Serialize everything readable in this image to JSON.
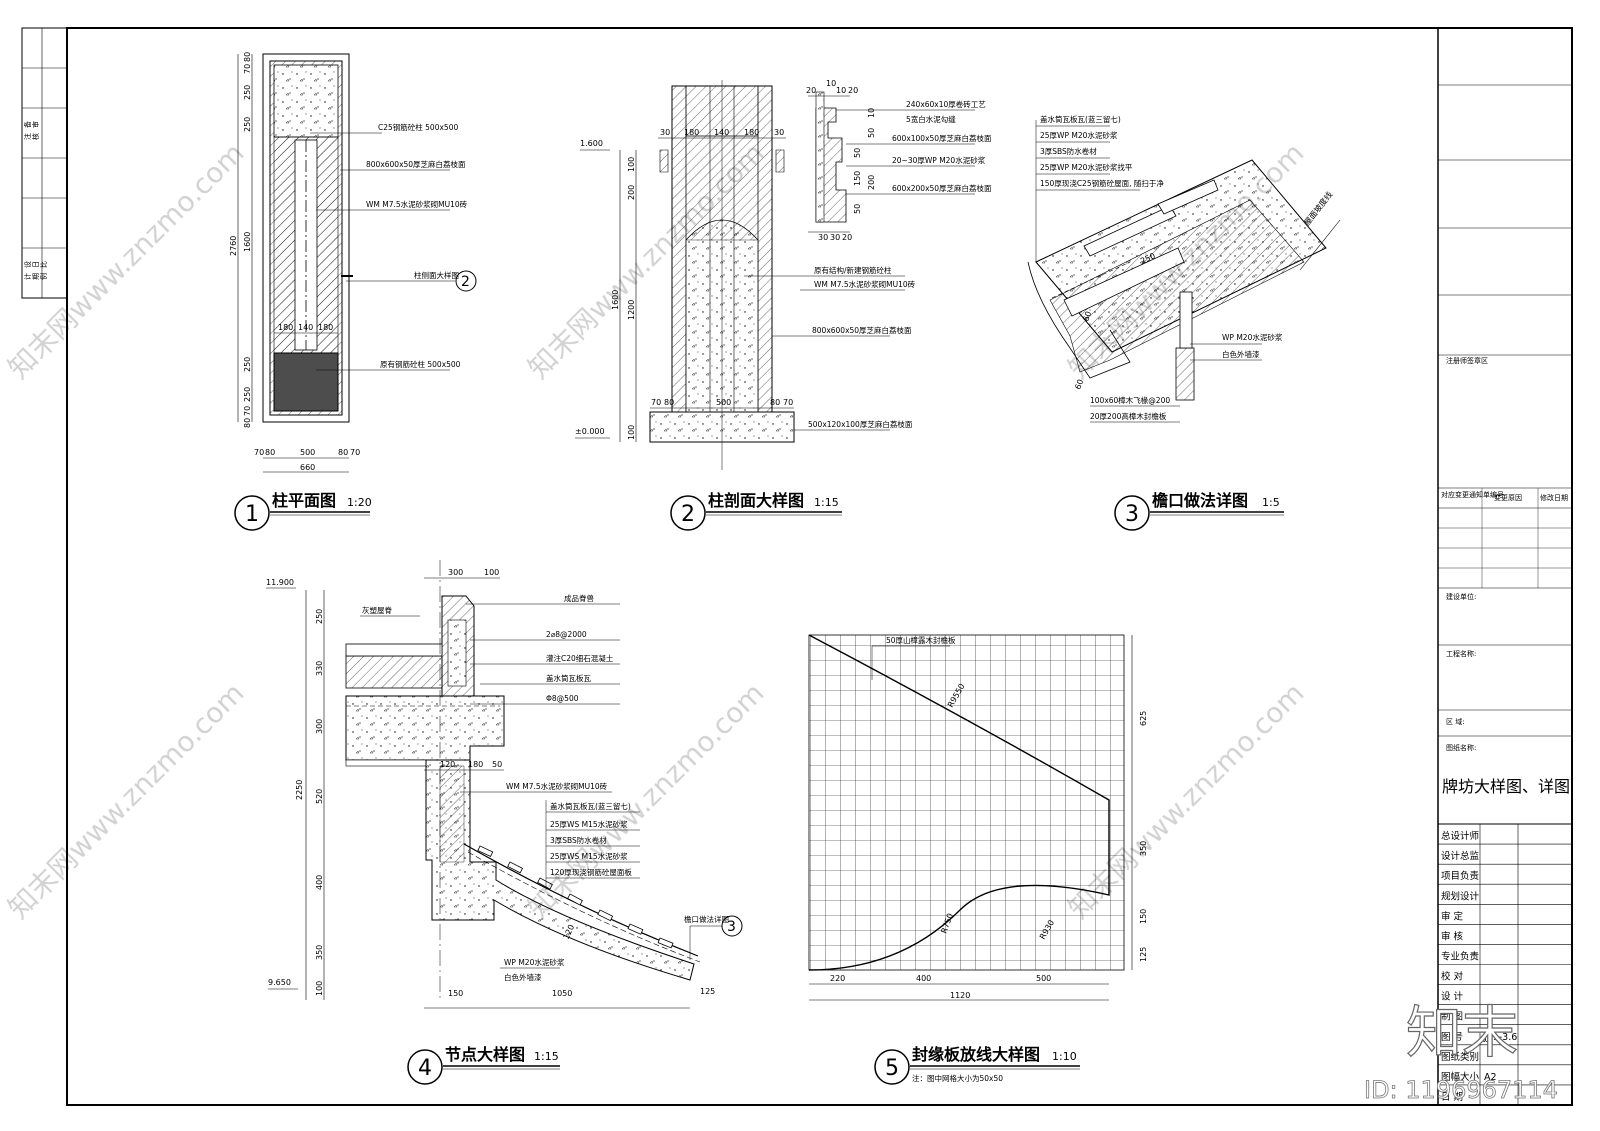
{
  "details": [
    {
      "num": "1",
      "title": "柱平面图",
      "scale": "1:20"
    },
    {
      "num": "2",
      "title": "柱剖面大样图",
      "scale": "1:15"
    },
    {
      "num": "3",
      "title": "檐口做法详图",
      "scale": "1:5"
    },
    {
      "num": "4",
      "title": "节点大样图",
      "scale": "1:15"
    },
    {
      "num": "5",
      "title": "封缘板放线大样图",
      "scale": "1:10"
    }
  ],
  "d1": {
    "notes": [
      "C25钢筋砼柱 500x500",
      "800x600x50厚芝麻白荔枝面",
      "WM M7.5水泥砂浆砌MU10砖",
      "柱侧面大样图",
      "原有钢筋砼柱 500x500"
    ],
    "dims_left": [
      "80",
      "70",
      "250",
      "250",
      "2760",
      "1600",
      "250",
      "250",
      "70",
      "80"
    ],
    "dims_inner": [
      "180",
      "140",
      "180"
    ],
    "dims_bottom": [
      "70",
      "80",
      "500",
      "80",
      "70"
    ],
    "dim_total": "660",
    "ref": "2"
  },
  "d2": {
    "levels": [
      "1.600",
      "±0.000"
    ],
    "dims_top": [
      "30",
      "180",
      "140",
      "180",
      "30"
    ],
    "dims_left": [
      "100",
      "200",
      "1600",
      "1200",
      "100"
    ],
    "dims_bottom": [
      "70",
      "80",
      "500",
      "80",
      "70"
    ],
    "dims_profile": [
      "20",
      "10",
      "10",
      "20",
      "10",
      "50",
      "50",
      "150",
      "200",
      "50",
      "30",
      "30",
      "20"
    ],
    "notes": [
      "240x60x10厚卷砖工艺",
      "5宽白水泥勾缝",
      "600x100x50厚芝麻白荔枝面",
      "20~30厚WP M20水泥砂浆",
      "600x200x50厚芝麻白荔枝面",
      "原有结构/新建钢筋砼柱",
      "WM M7.5水泥砂浆砌MU10砖",
      "800x600x50厚芝麻白荔枝面",
      "500x120x100厚芝麻白荔枝面"
    ]
  },
  "d3": {
    "notes": [
      "盖水筒瓦板瓦(蓝三留七)",
      "25厚WP M20水泥砂浆",
      "3厚SBS防水卷材",
      "25厚WP M20水泥砂浆找平",
      "150厚现浇C25钢筋砼屋面, 随扫于净",
      "WP M20水泥砂浆",
      "白色外墙漆",
      "100x60樟木飞椽@200",
      "20厚200高樟木封檐板",
      "屋面坡度线"
    ],
    "dims": [
      "250",
      "60",
      "60"
    ]
  },
  "d4": {
    "levels": [
      "11.900",
      "9.650"
    ],
    "dims_top": [
      "300",
      "100"
    ],
    "dims_mid": [
      "120",
      "180",
      "50"
    ],
    "dims_left": [
      "250",
      "330",
      "300",
      "2250",
      "520",
      "400",
      "350",
      "100"
    ],
    "dims_bottom": [
      "150",
      "1050"
    ],
    "dims_misc": [
      "120",
      "125"
    ],
    "notes_top": [
      "灰塑屋脊",
      "成品脊兽",
      "2⌀8@2000",
      "灌注C20细石混凝土",
      "盖水筒瓦板瓦",
      "Φ8@500"
    ],
    "note_wall": "WM M7.5水泥砂浆砌MU10砖",
    "notes_roof": [
      "盖水筒瓦板瓦(蓝三留七)",
      "25厚WS M15水泥砂浆",
      "3厚SBS防水卷材",
      "25厚WS M15水泥砂浆",
      "120厚现浇钢筋砼屋面板"
    ],
    "notes_wall2": [
      "WP M20水泥砂浆",
      "白色外墙漆"
    ],
    "ref_label": "檐口做法详图",
    "ref": "3"
  },
  "d5": {
    "note_top": "50厚山樟露木封檐板",
    "radii": [
      "R9550",
      "R750",
      "R930"
    ],
    "dims_right": [
      "625",
      "350",
      "150",
      "125"
    ],
    "dims_bottom": [
      "220",
      "400",
      "500"
    ],
    "dim_total": "1120",
    "footnote": "注：图中网格大小为50x50"
  },
  "left_strip": [
    "备",
    "注",
    "审",
    "核",
    "设",
    "计",
    "日",
    "期",
    "比",
    "例"
  ],
  "title_block": {
    "stamp_area": "注册师签章区",
    "rev_headers": [
      "对应变更通知单编号",
      "变更原因",
      "修改日期"
    ],
    "client_label": "建设单位:",
    "project_label": "工程名称:",
    "area_label": "区  域:",
    "drawing_label": "图纸名称:",
    "drawing_name": "牌坊大样图、详图",
    "roles": [
      "总设计师",
      "设计总监",
      "项目负责",
      "规划设计",
      "审    定",
      "审    核",
      "专业负责",
      "校    对",
      "设    计",
      "制    图",
      "图    号",
      "图纸类别",
      "图幅大小",
      "日    期"
    ],
    "values": [
      "",
      "",
      "",
      "",
      "",
      "",
      "",
      "",
      "",
      "",
      "JJ-1-3.6",
      "",
      "A2",
      ""
    ]
  },
  "watermark": {
    "brand": "知末",
    "id": "ID: 1196967114",
    "site": "知末网www.znzmo.com"
  }
}
